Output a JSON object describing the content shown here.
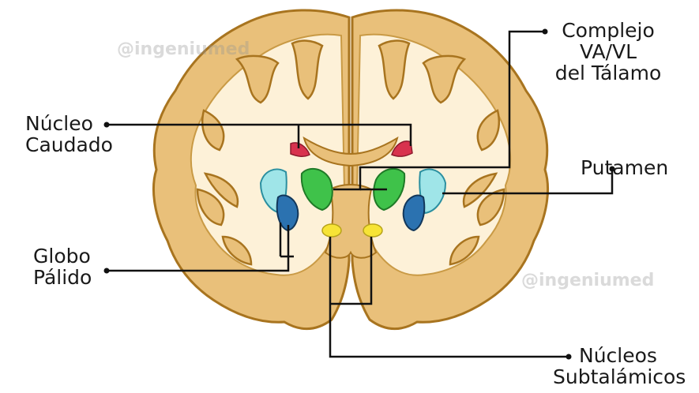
{
  "watermarks": [
    "@ingeniumed",
    "@ingeniumed"
  ],
  "labels": {
    "complejo": [
      "Complejo",
      "VA/VL",
      "del Tálamo"
    ],
    "caudado": [
      "Núcleo",
      "Caudado"
    ],
    "putamen": [
      "Putamen"
    ],
    "globo": [
      "Globo",
      "Pálido"
    ],
    "subtalamicos": [
      "Núcleos",
      "Subtalámicos"
    ]
  },
  "colors": {
    "tissue": "#e9c07a",
    "tissue_outline": "#a8741f",
    "white_matter": "#fdf1d8",
    "caudate": "#d8324e",
    "thalamus_va_vl": "#3fc24a",
    "putamen": "#9fe5e8",
    "globus_pallidus": "#2b72b0",
    "subthalamic": "#f7e436",
    "leader_lines": "#111111"
  }
}
